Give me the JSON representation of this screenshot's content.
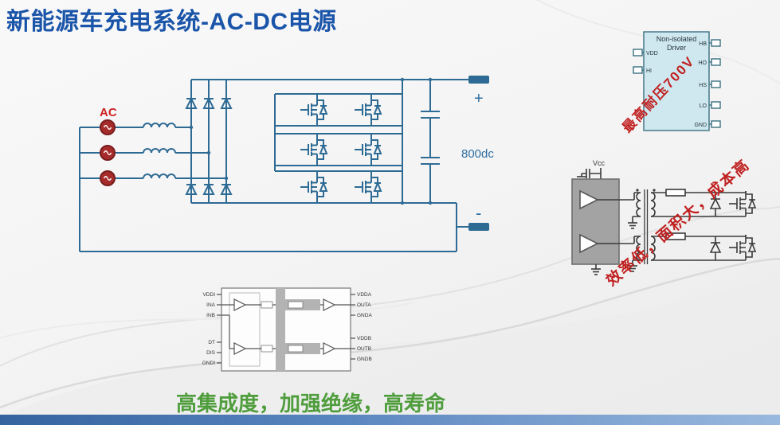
{
  "slide": {
    "title": "新能源车充电系统-AC-DC电源",
    "footer_text": "高集成度，加强绝缘，高寿命"
  },
  "main_circuit": {
    "ac_label": "AC",
    "dc_bus_label": "800dc",
    "plus_label": "+",
    "minus_label": "-"
  },
  "driver_chip": {
    "title_line1": "Non-isolated",
    "title_line2": "Driver",
    "left_pins": [
      "VDD",
      "HI"
    ],
    "right_pins": [
      "HB",
      "HO",
      "HS",
      "LO",
      "GND"
    ],
    "annotation": "最高耐压700V"
  },
  "transformer_circuit": {
    "vcc_label": "Vcc",
    "annotation": "效率低，面积大，成本高"
  },
  "isolated_driver_ic": {
    "left_pins": [
      "VDDI",
      "INA",
      "INB",
      "DT",
      "DIS",
      "GNDI"
    ],
    "right_pins_a": [
      "VDDA",
      "OUTA",
      "GNDA"
    ],
    "right_pins_b": [
      "VDDB",
      "OUTB",
      "GNDB"
    ]
  },
  "colors": {
    "title_blue": "#1b55a9",
    "circuit_blue": "#2e6b94",
    "annotation_red": "#c02020",
    "highlight_green": "#4f9d3c",
    "chip_fill": "#cfe8f0",
    "bottom_bar_blue": "#35639f"
  }
}
